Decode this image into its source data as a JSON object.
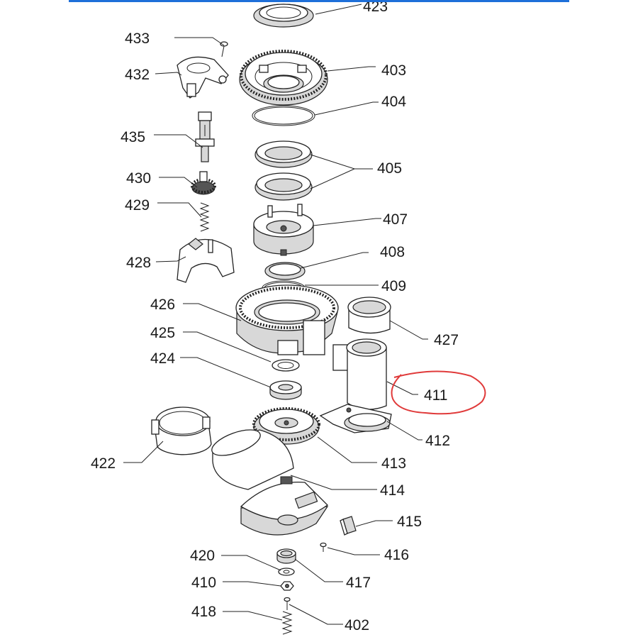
{
  "accent_color": "#1e6fd9",
  "highlight_color": "#e03a3a",
  "highlighted_part": "411",
  "callouts": {
    "c423": "423",
    "c433": "433",
    "c432": "432",
    "c403": "403",
    "c404": "404",
    "c435": "435",
    "c430": "430",
    "c405": "405",
    "c429": "429",
    "c407": "407",
    "c428": "428",
    "c408": "408",
    "c409": "409",
    "c426": "426",
    "c427": "427",
    "c425": "425",
    "c424": "424",
    "c411": "411",
    "c412": "412",
    "c422": "422",
    "c413": "413",
    "c414": "414",
    "c415": "415",
    "c416": "416",
    "c420": "420",
    "c417": "417",
    "c410": "410",
    "c418": "418",
    "c402": "402"
  }
}
